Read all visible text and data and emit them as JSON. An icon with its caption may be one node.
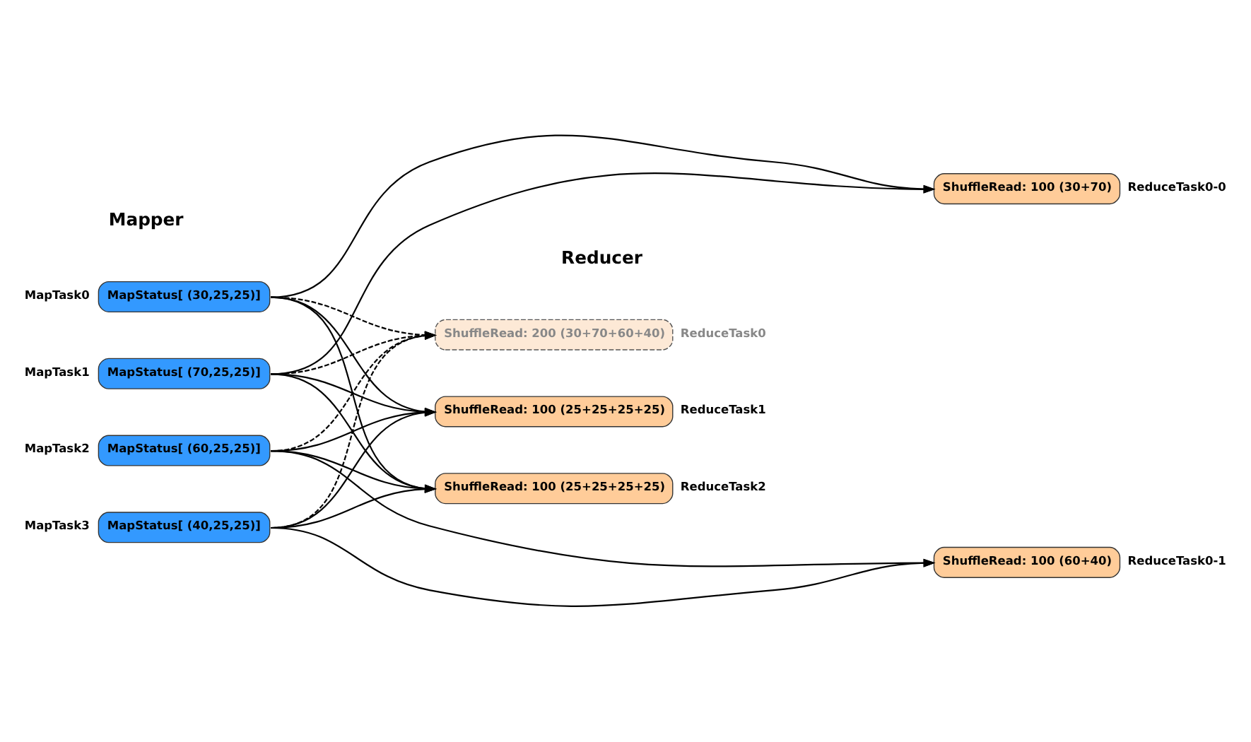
{
  "diagram": {
    "nodes": [
      {
        "text": [
          "MapStatus[ (30,25,25)]"
        ],
        "beside": [
          "MapTask0"
        ]
      },
      {
        "text": [
          "MapStatus[ (70,25,25)]"
        ],
        "beside": [
          "MapTask1"
        ]
      },
      {
        "text": [
          "MapStatus[ (60,25,25)]"
        ],
        "beside": [
          "MapTask2"
        ]
      },
      {
        "text": [
          "MapStatus[ (40,25,25)]"
        ],
        "beside": [
          "MapTask3"
        ]
      },
      {
        "text": [
          "ShuffleRead: 200 (30+70+60+40)"
        ],
        "beside": [
          "ReduceTask0"
        ]
      },
      {
        "text": [
          "ShuffleRead: 100 (30+70)"
        ],
        "beside": [
          "ReduceTask0-0"
        ]
      },
      {
        "text": [
          "ShuffleRead: 100 (60+40)"
        ],
        "beside": [
          "ReduceTask0-1"
        ]
      },
      {
        "text": [
          "ShuffleRead: 100 (25+25+25+25)"
        ],
        "beside": [
          "ReduceTask1"
        ]
      },
      {
        "text": [
          "ShuffleRead: 100 (25+25+25+25)"
        ],
        "beside": [
          "ReduceTask2"
        ]
      }
    ],
    "edges": [
      {
        "from": 0,
        "to": 5,
        "arrow": "to"
      },
      {
        "from": 0,
        "to": 4,
        "arrow": "to",
        "style": "dashed"
      },
      {
        "from": 0,
        "to": 7,
        "arrow": "to"
      },
      {
        "from": 0,
        "to": 8,
        "arrow": "to"
      },
      {
        "from": 1,
        "to": 5,
        "arrow": "to"
      },
      {
        "from": 1,
        "to": 4,
        "arrow": "to",
        "style": "dashed"
      },
      {
        "from": 1,
        "to": 7,
        "arrow": "to"
      },
      {
        "from": 1,
        "to": 8,
        "arrow": "to"
      },
      {
        "from": 2,
        "to": 4,
        "arrow": "to",
        "style": "dashed"
      },
      {
        "from": 2,
        "to": 6,
        "arrow": "to"
      },
      {
        "from": 2,
        "to": 7,
        "arrow": "to"
      },
      {
        "from": 2,
        "to": 8,
        "arrow": "to"
      },
      {
        "from": 3,
        "to": 4,
        "arrow": "to",
        "style": "dashed"
      },
      {
        "from": 3,
        "to": 6,
        "arrow": "to"
      },
      {
        "from": 3,
        "to": 7,
        "arrow": "to"
      },
      {
        "from": 3,
        "to": 8,
        "arrow": "to"
      }
    ],
    "labels": [
      "Mapper",
      "Reducer"
    ]
  }
}
